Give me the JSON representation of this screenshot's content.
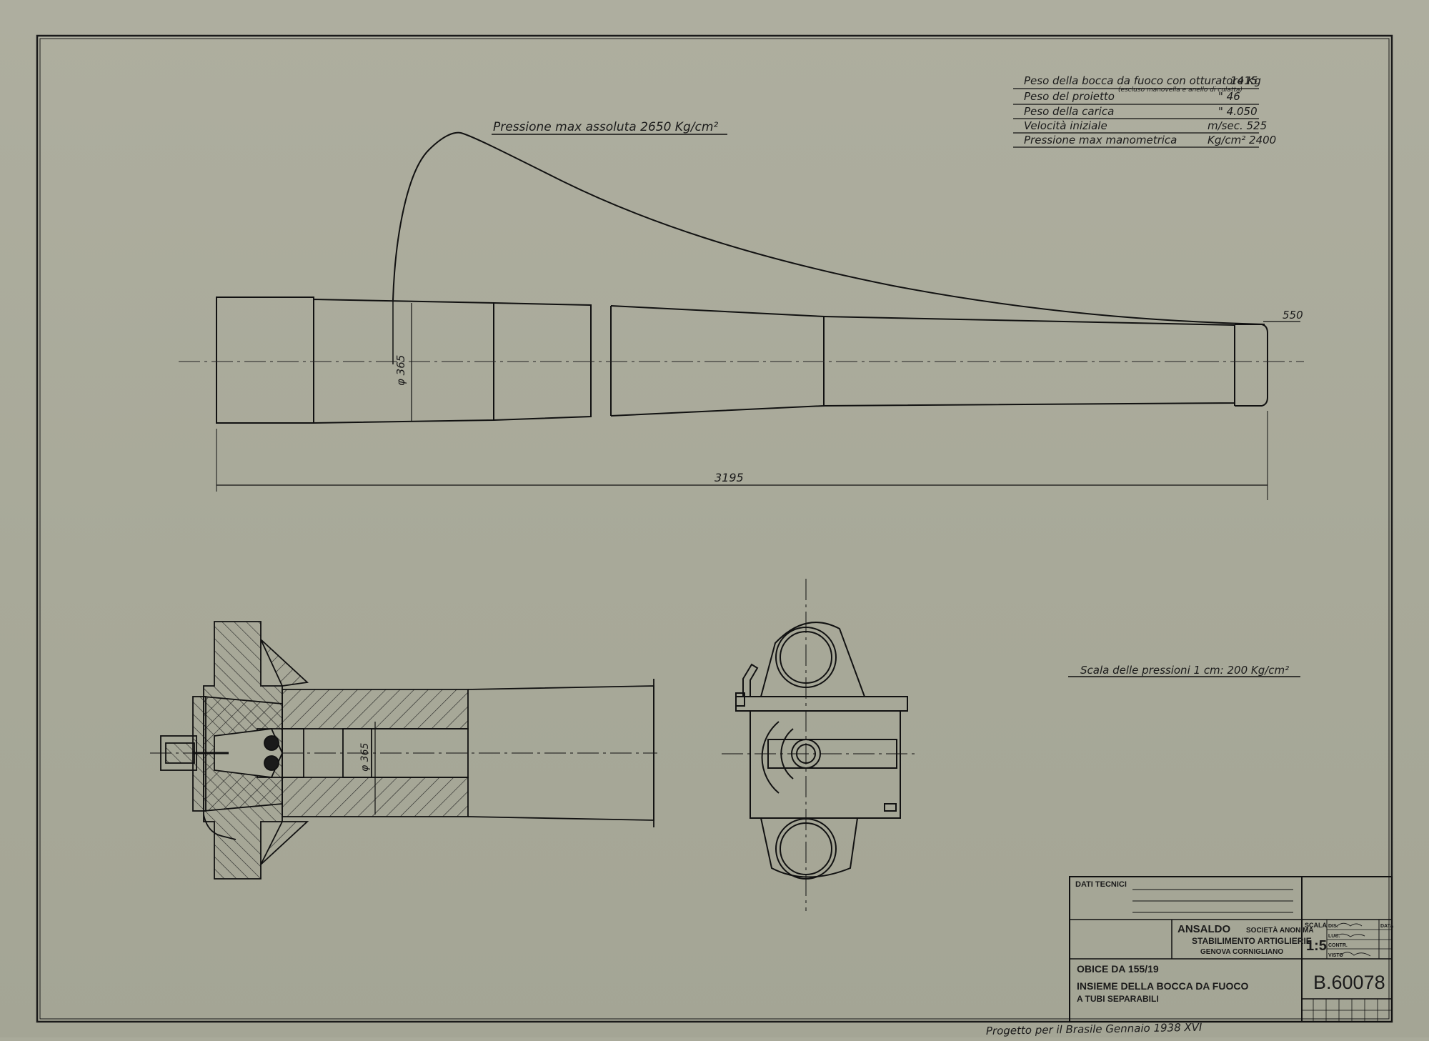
{
  "pressure_title": "Pressione max assoluta 2650 Kg/cm²",
  "ballistics": {
    "rows": [
      {
        "label": "Peso della bocca da fuoco con otturatore Kg",
        "value": "1415"
      },
      {
        "label": "Peso del proietto",
        "value": "\" 46"
      },
      {
        "label": "Peso della carica",
        "value": "\" 4.050"
      },
      {
        "label": "Velocità iniziale",
        "value": "m/sec. 525"
      },
      {
        "label": "Pressione max manometrica",
        "value": "Kg/cm² 2400"
      }
    ],
    "note": "(escluso manovella e anello di culatta)"
  },
  "dims": {
    "muzzle_pressure": "550",
    "bore_diameter": "φ 365",
    "total_length": "3195",
    "section_diameter": "φ 365"
  },
  "pressure_scale": "Scala delle pressioni 1 cm: 200 Kg/cm²",
  "title_block": {
    "dati_tecnici": "DATI TECNICI",
    "company": "ANSALDO",
    "company_type": "SOCIETÀ ANONIMA",
    "works": "STABILIMENTO ARTIGLIERIE",
    "location": "GENOVA CORNIGLIANO",
    "scala_label": "SCALA",
    "scala_value": "1:5",
    "dis_label": "DIS.",
    "luc_label": "LUC.",
    "contr_label": "CONTR.",
    "visto_label": "VISTO",
    "data_label": "DATA",
    "weapon": "OBICE DA 155/19",
    "drawing_title": "INSIEME DELLA BOCCA DA FUOCO",
    "drawing_subtitle": "A TUBI SEPARABILI",
    "drawing_number": "B.60078"
  },
  "footer_note": "Progetto per il Brasile  Gennaio 1938 XVI"
}
